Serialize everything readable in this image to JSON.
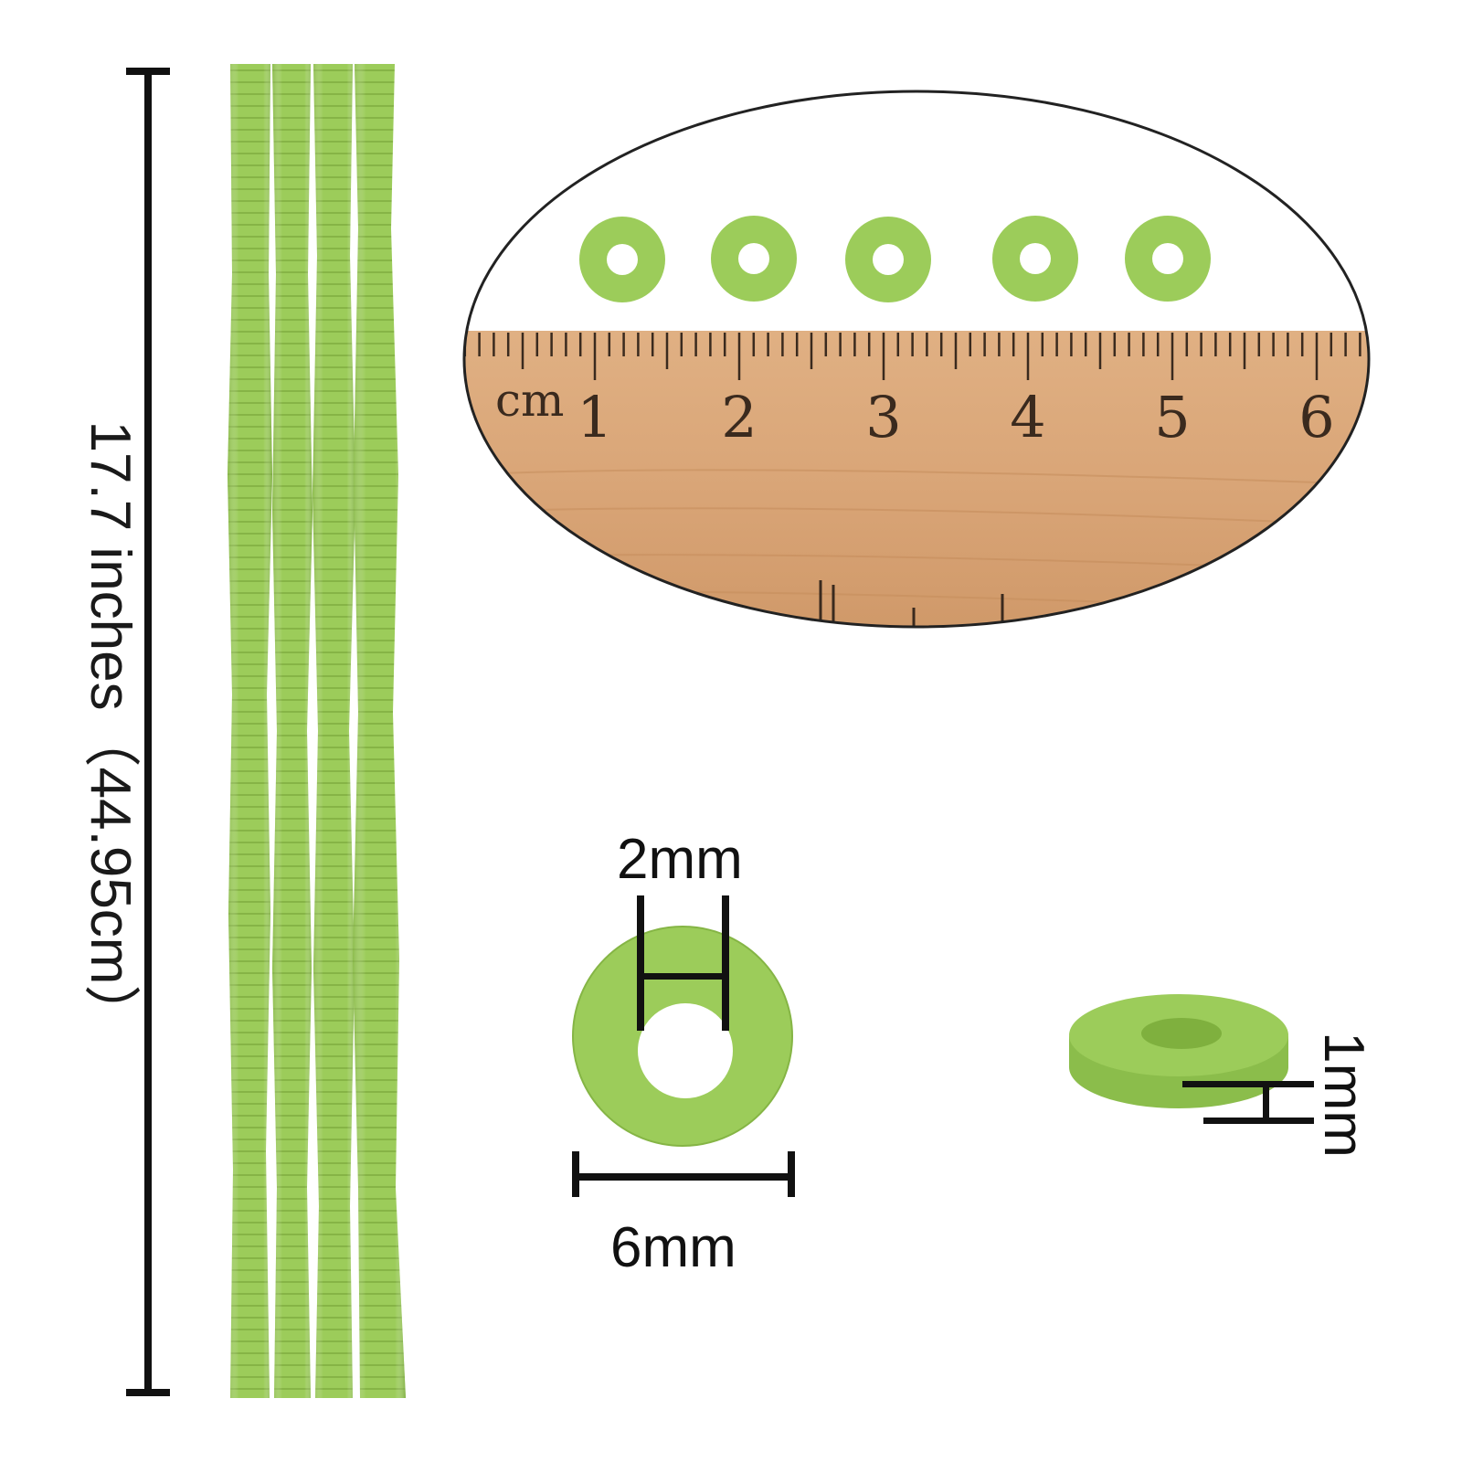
{
  "strand_length_label": "17.7 inches（44.95cm）",
  "ruler": {
    "unit_label": "cm",
    "numbers": [
      "1",
      "2",
      "3",
      "4",
      "5",
      "6"
    ]
  },
  "dimensions": {
    "hole": "2mm",
    "diameter": "6mm",
    "thickness": "1mm"
  },
  "colors": {
    "bead": "#9ccc5a",
    "bead_dark": "#85b545",
    "ruler_wood": "#d9a577",
    "marks": "#111111"
  }
}
